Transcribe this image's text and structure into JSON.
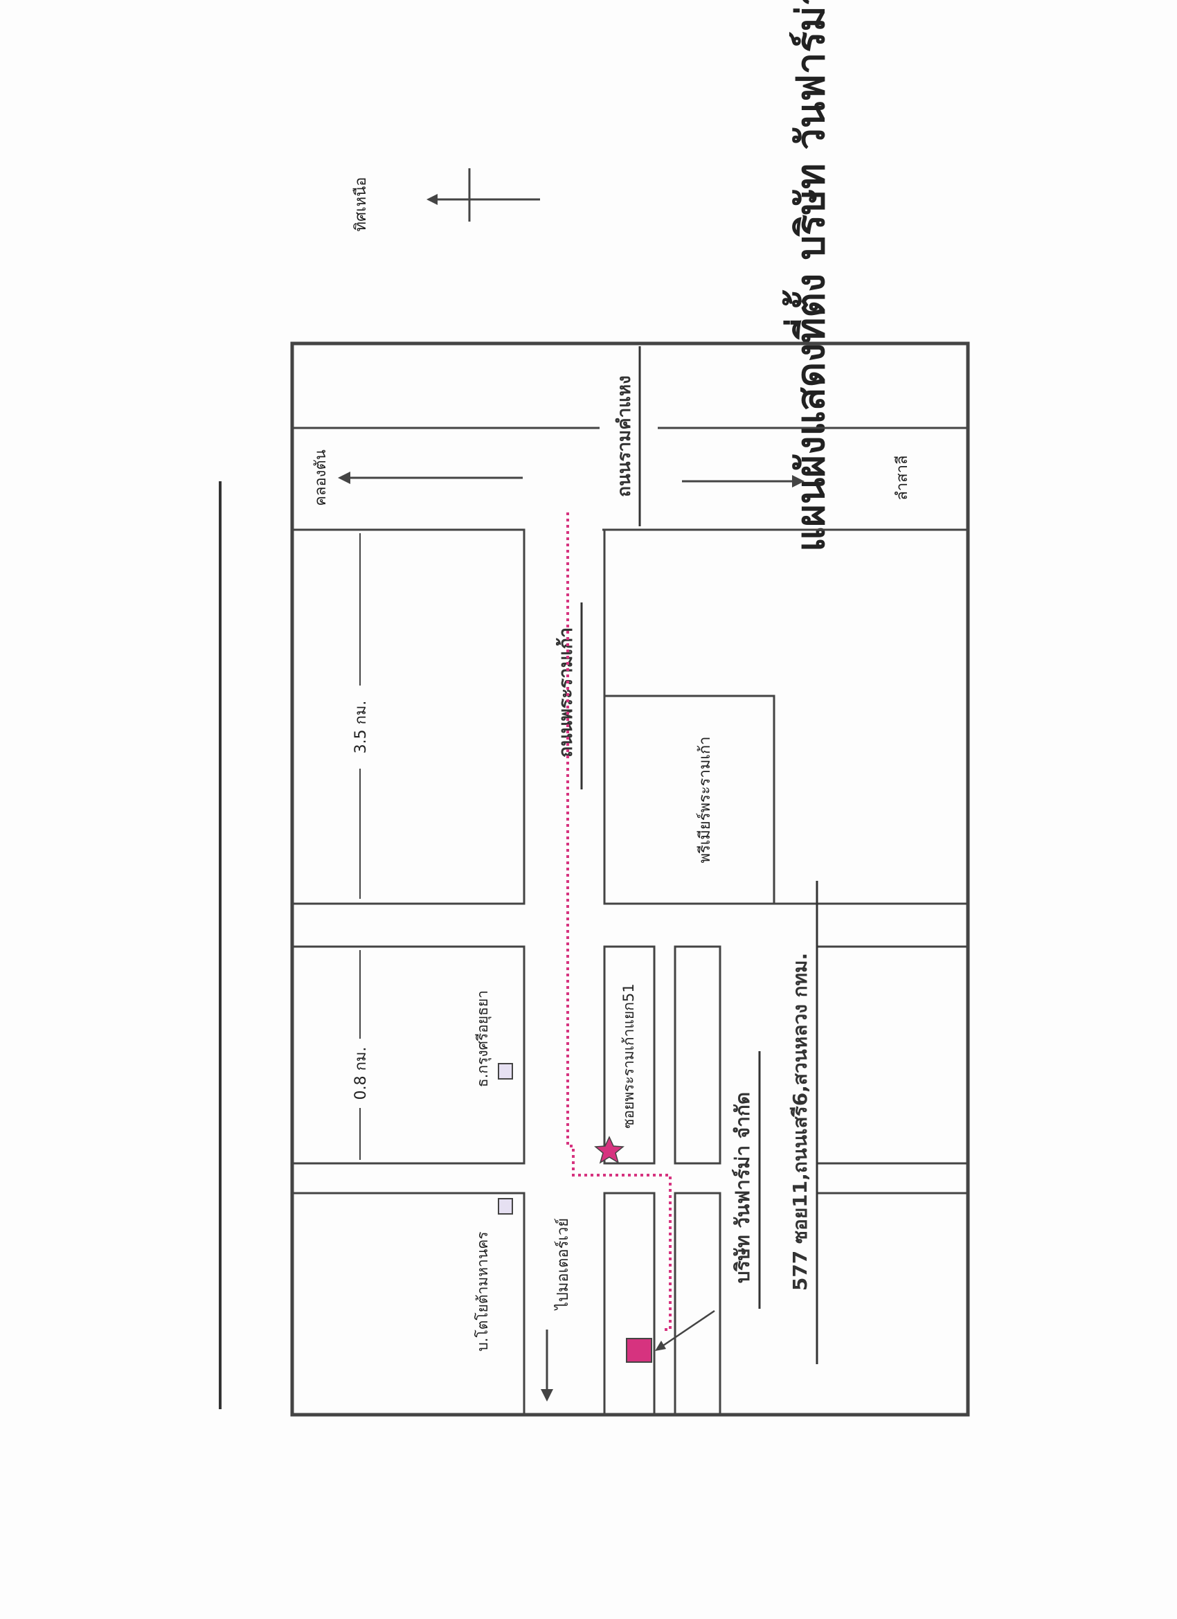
{
  "title": "แผนผังแสดงที่ตั้ง บริษัท วันฟาร์ม่า จำกัด",
  "compass_label": "ทิศเหนือ",
  "roads": {
    "ramkhamhaeng": "ถนนรามคำแหง",
    "rama9_old": "ถนนพระรามเก้า"
  },
  "directions": {
    "khlong_ton": "คลองตัน",
    "lam_sali": "ลำสาลี",
    "to_motorway": "ไปมอเตอร์เวย์"
  },
  "distances": {
    "d1": "3.5 กม.",
    "d2": "0.8 กม."
  },
  "landmarks": {
    "premier": "พรีเมียร์พระรามเก้า",
    "krungsri": "ธ.กรุงศรีอยุธยา",
    "toyota": "บ.โตโยต้ามหานคร",
    "soi51": "ซอยพระรามเก้าแยก51"
  },
  "company": {
    "name": "บริษัท วันฟาร์ม่า จำกัด",
    "address": "577 ซอย11,ถนนเสรี6,สวนหลวง กทม."
  },
  "colors": {
    "marker": "#d6337f",
    "route": "#d6337f",
    "landmark_fill": "#e6e0f2",
    "line": "#333333"
  },
  "icons": {
    "star": "star-icon",
    "company_marker": "company-marker-icon",
    "landmark_square": "landmark-square-icon"
  }
}
